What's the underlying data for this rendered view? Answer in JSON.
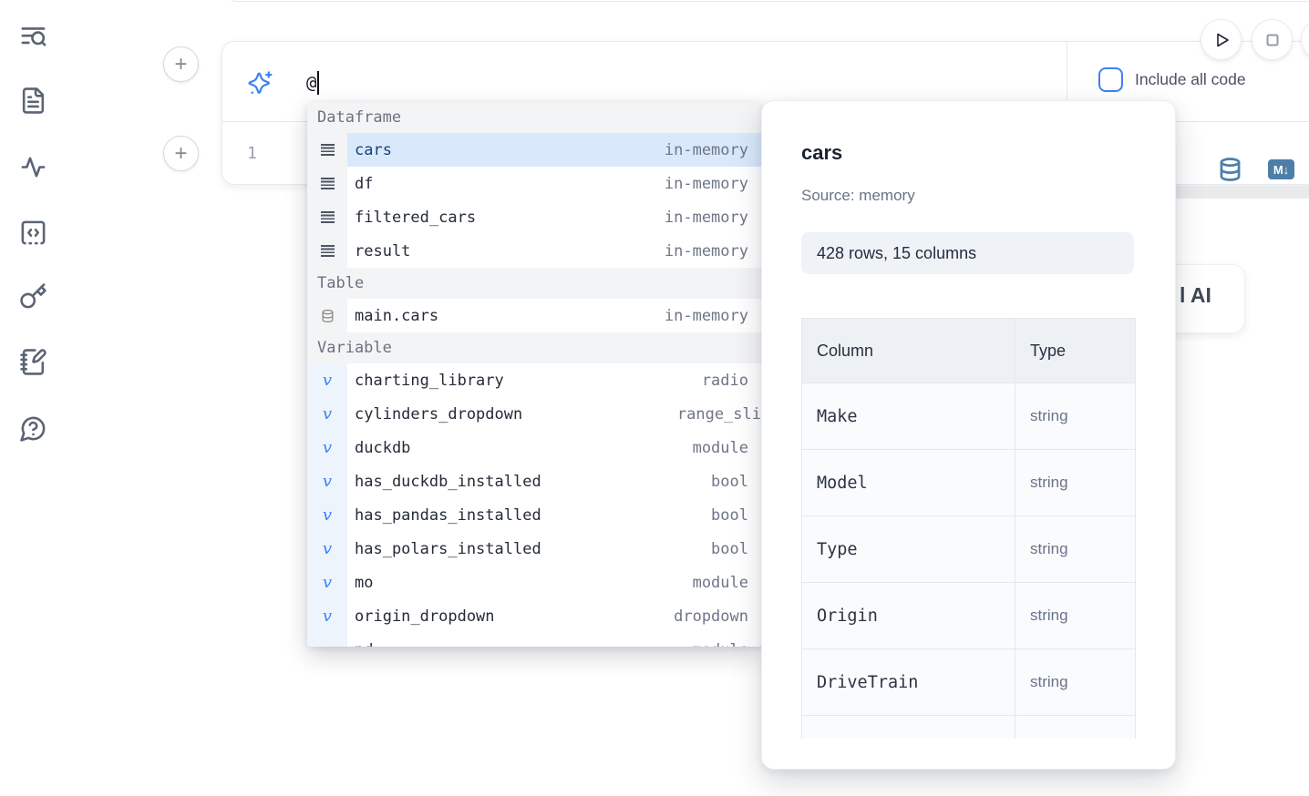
{
  "sidebar": {
    "icons": [
      {
        "name": "search-panel-icon"
      },
      {
        "name": "files-panel-icon"
      },
      {
        "name": "dependencies-panel-icon"
      },
      {
        "name": "snippets-panel-icon"
      },
      {
        "name": "secrets-panel-icon"
      },
      {
        "name": "scratchpad-panel-icon"
      },
      {
        "name": "help-panel-icon"
      }
    ]
  },
  "add_buttons": {
    "label": "+"
  },
  "toolbar": {
    "run_button_icon": "play-icon",
    "stop_button_icon": "stop-square-icon"
  },
  "ai_cell": {
    "sparkle_icon": "sparkles-icon",
    "prompt_value": "@",
    "include_all_code_label": "Include all code",
    "checkbox_checked": false
  },
  "editor": {
    "line_number": "1"
  },
  "cell_actions": {
    "database_icon": "database-icon",
    "markdown_badge": "M↓"
  },
  "ai_fragment": {
    "visible_text": "l AI"
  },
  "autocomplete": {
    "sections": [
      {
        "label": "Dataframe",
        "icon": "dataframe",
        "items": [
          {
            "name": "cars",
            "type": "in-memory",
            "selected": true
          },
          {
            "name": "df",
            "type": "in-memory"
          },
          {
            "name": "filtered_cars",
            "type": "in-memory"
          },
          {
            "name": "result",
            "type": "in-memory"
          }
        ]
      },
      {
        "label": "Table",
        "icon": "table",
        "items": [
          {
            "name": "main.cars",
            "type": "in-memory"
          }
        ]
      },
      {
        "label": "Variable",
        "icon": "variable",
        "items": [
          {
            "name": "charting_library",
            "type": "radio"
          },
          {
            "name": "cylinders_dropdown",
            "type": "range_sli",
            "type_clipped": true
          },
          {
            "name": "duckdb",
            "type": "module"
          },
          {
            "name": "has_duckdb_installed",
            "type": "bool"
          },
          {
            "name": "has_pandas_installed",
            "type": "bool"
          },
          {
            "name": "has_polars_installed",
            "type": "bool"
          },
          {
            "name": "mo",
            "type": "module"
          },
          {
            "name": "origin_dropdown",
            "type": "dropdown"
          },
          {
            "name": "pd",
            "type": "module",
            "partial": true
          }
        ]
      }
    ]
  },
  "preview": {
    "title": "cars",
    "source_label": "Source: memory",
    "shape_badge": "428 rows, 15 columns",
    "table": {
      "headers": [
        "Column",
        "Type"
      ],
      "rows": [
        {
          "column": "Make",
          "type": "string"
        },
        {
          "column": "Model",
          "type": "string"
        },
        {
          "column": "Type",
          "type": "string"
        },
        {
          "column": "Origin",
          "type": "string"
        },
        {
          "column": "DriveTrain",
          "type": "string"
        },
        {
          "column": "",
          "type": "",
          "partial": true
        }
      ]
    }
  },
  "colors": {
    "accent_blue": "#3b82f6",
    "icon_steel_blue": "#4e7ea8",
    "selected_row_bg": "#d9e9fb",
    "selected_row_text": "#17427a",
    "sidebar_icon": "#5a6474"
  }
}
